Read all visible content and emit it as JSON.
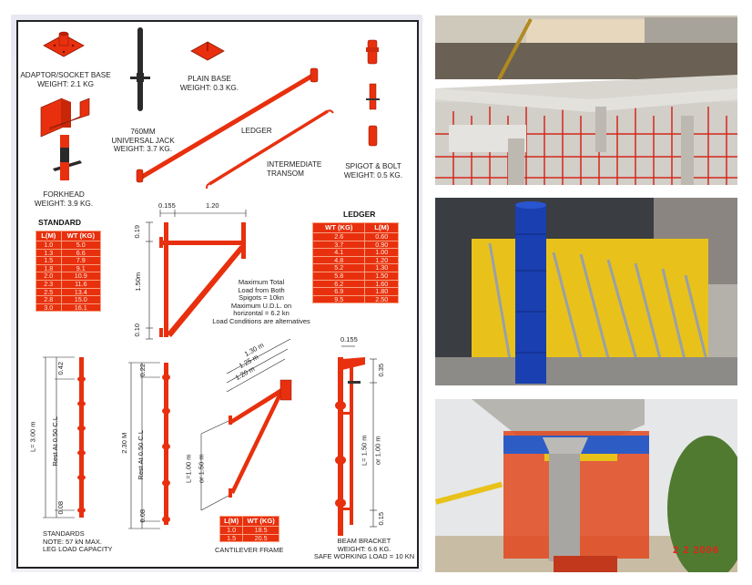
{
  "catalog": {
    "components": {
      "adaptor_base": {
        "name": "ADAPTOR/SOCKET BASE",
        "weight": "WEIGHT: 2.1 KG"
      },
      "universal_jack": {
        "size": "760MM",
        "name": "UNIVERSAL JACK",
        "weight": "WEIGHT: 3.7 KG."
      },
      "plain_base": {
        "name": "PLAIN BASE",
        "weight": "WEIGHT: 0.3 KG."
      },
      "forkhead": {
        "name": "FORKHEAD",
        "weight": "WEIGHT: 3.9 KG."
      },
      "ledger": {
        "name": "LEDGER"
      },
      "transom": {
        "name1": "INTERMEDIATE",
        "name2": "TRANSOM"
      },
      "spigot": {
        "name": "SPIGOT & BOLT",
        "weight": "WEIGHT: 0.5 KG."
      }
    },
    "standard_table": {
      "title": "STANDARD",
      "headers": [
        "L(M)",
        "WT (KG)"
      ],
      "rows": [
        [
          "1.0",
          "5.0"
        ],
        [
          "1.3",
          "6.6"
        ],
        [
          "1.5",
          "7.9"
        ],
        [
          "1.8",
          "9.1"
        ],
        [
          "2.0",
          "10.9"
        ],
        [
          "2.3",
          "11.6"
        ],
        [
          "2.5",
          "13.4"
        ],
        [
          "2.8",
          "15.0"
        ],
        [
          "3.0",
          "16.1"
        ]
      ]
    },
    "ledger_table": {
      "title": "LEDGER",
      "headers": [
        "WT (KG)",
        "L(M)"
      ],
      "rows": [
        [
          "2.6",
          "0.60"
        ],
        [
          "3.7",
          "0.90"
        ],
        [
          "4.1",
          "1.00"
        ],
        [
          "4.8",
          "1.20"
        ],
        [
          "5.2",
          "1.30"
        ],
        [
          "5.8",
          "1.50"
        ],
        [
          "6.2",
          "1.60"
        ],
        [
          "6.9",
          "1.80"
        ],
        [
          "9.5",
          "2.50"
        ]
      ]
    },
    "bracket_frame": {
      "dim_top_left": "0.155",
      "dim_top_right": "1.20",
      "dim_left_top": "0.19",
      "dim_left_mid": "1.50m",
      "dim_left_bottom": "0.10",
      "notes": [
        "Maximum Total",
        "Load from Both",
        "Spigots = 10kn",
        "Maximum U.D.L. on",
        "horizontal = 6.2 kn",
        "Load Conditions are alternatives"
      ]
    },
    "standards": {
      "std1_top": "0.42",
      "std1_length": "L= 3.00 m",
      "std1_rest": "Rest At 0.50 C.L",
      "std1_bottom": "0.08",
      "std2_top": "0.22",
      "std2_length": "2.30 M",
      "std2_rest": "Rest At 0.50 C.L",
      "std2_bottom": "0.08",
      "caption": [
        "STANDARDS",
        "NOTE: 57 kN MAX.",
        "LEG LOAD CAPACITY"
      ]
    },
    "cantilever": {
      "dims": [
        "1.30 m",
        "1.25 m",
        "1.20 m"
      ],
      "length1": "L=1.00 m",
      "length2": "or 1.50 m",
      "headers": [
        "L(M)",
        "WT (KG)"
      ],
      "rows": [
        [
          "1.0",
          "18.5"
        ],
        [
          "1.5",
          "20.5"
        ]
      ],
      "caption": "CANTILEVER FRAME"
    },
    "beam_bracket": {
      "dim_top": "0.155",
      "dim_right_top": "0.35",
      "length1": "L= 1.50 m",
      "length2": "or 1.00 m",
      "dim_right_bottom": "0.15",
      "caption": [
        "BEAM BRACKET",
        "WEIGHT: 6.6 KG.",
        "SAFE WORKING LOAD = 10 KN"
      ]
    }
  },
  "photos": [
    {
      "subject": "slab-formwork-scaffolding"
    },
    {
      "subject": "wall-formwork-column"
    },
    {
      "subject": "bridge-pier-shoring",
      "date_stamp": "2  2  2006"
    }
  ],
  "colors": {
    "scaffold_red": "#e8300e",
    "table_red": "#e8300e",
    "jack_black": "#222222",
    "column_blue": "#1a3fb0",
    "form_yellow": "#e8c21a"
  }
}
